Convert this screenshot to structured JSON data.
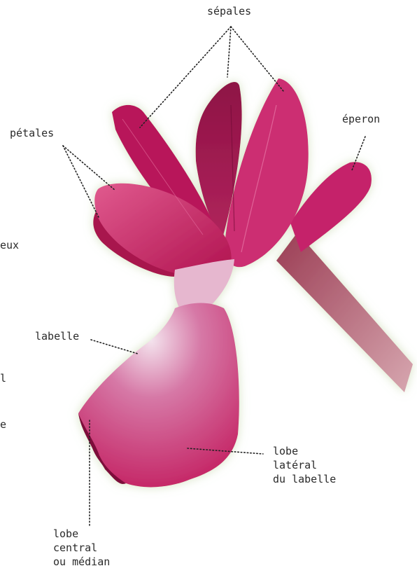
{
  "labels": {
    "sepales": "sépales",
    "petales": "pétales",
    "eperon": "éperon",
    "labelle": "labelle",
    "lobe_lateral": [
      "lobe",
      "latéral",
      "du labelle"
    ],
    "lobe_central": [
      "lobe",
      "central",
      "ou médian"
    ],
    "cut_left": [
      "eux",
      "l",
      "e"
    ]
  },
  "colors": {
    "petal_main": "#c2185b",
    "petal_dark": "#8e1245",
    "petal_light": "#e05a8e",
    "labellum_base": "#d46fa0",
    "stem": "#a64a5e",
    "glow": "#c9d9b0",
    "leader": "#222222"
  }
}
